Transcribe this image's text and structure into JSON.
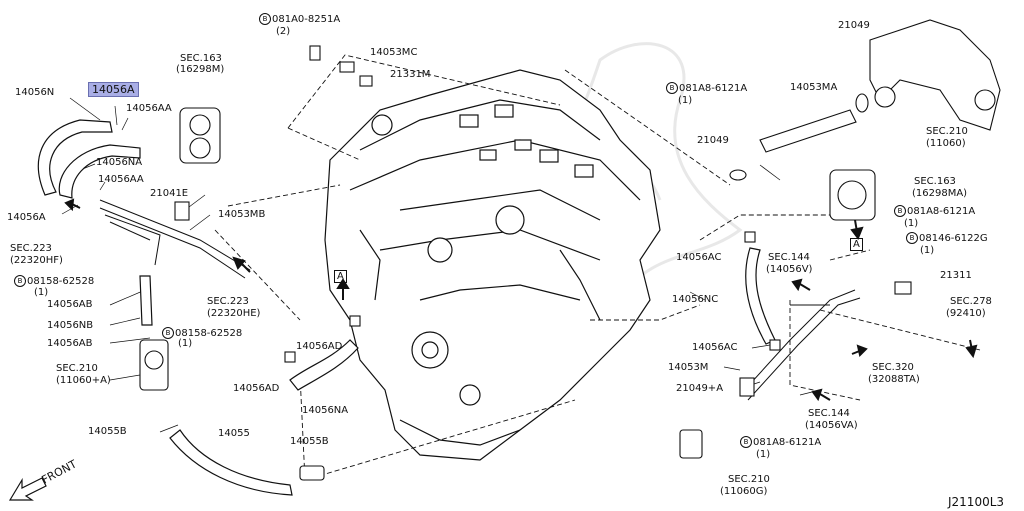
{
  "diagram": {
    "code": "J21100L3",
    "highlight_part": "14056A",
    "front_label": "FRONT",
    "bolt_symbol": "B",
    "ref_A": "A",
    "labels": {
      "p14056N": "14056N",
      "p14056A_hl": "14056A",
      "p14056AA_1": "14056AA",
      "p14056NA_1": "14056NA",
      "p14056AA_2": "14056AA",
      "p14056A_2": "14056A",
      "sec223_a": "SEC.223",
      "sec223_a_sub": "(22320HF)",
      "bolt_08158_a": "08158-62528",
      "bolt_08158_a_qty": "(1)",
      "p14056AB_1": "14056AB",
      "p14056NB": "14056NB",
      "p14056AB_2": "14056AB",
      "sec210_a": "SEC.210",
      "sec210_a_sub": "(11060+A)",
      "p14055B_1": "14055B",
      "p14055": "14055",
      "p14055B_2": "14055B",
      "sec163_a": "SEC.163",
      "sec163_a_sub": "(16298M)",
      "p21041E": "21041E",
      "p14053MB": "14053MB",
      "sec223_b": "SEC.223",
      "sec223_b_sub": "(22320HE)",
      "bolt_08158_b": "08158-62528",
      "bolt_08158_b_qty": "(1)",
      "p14056AD_1": "14056AD",
      "p14056AD_2": "14056AD",
      "p14056NA_2": "14056NA",
      "bolt_081A0": "081A0-8251A",
      "bolt_081A0_qty": "(2)",
      "p14053MC": "14053MC",
      "p21331M": "21331M",
      "p21049_1": "21049",
      "bolt_081A8_a": "081A8-6121A",
      "bolt_081A8_a_qty": "(1)",
      "p14053MA": "14053MA",
      "p21049_2": "21049",
      "sec210_b": "SEC.210",
      "sec210_b_sub": "(11060)",
      "sec163_b": "SEC.163",
      "sec163_b_sub": "(16298MA)",
      "bolt_081A8_b": "081A8-6121A",
      "bolt_081A8_b_qty": "(1)",
      "bolt_08146": "08146-6122G",
      "bolt_08146_qty": "(1)",
      "p21311": "21311",
      "p14056AC_1": "14056AC",
      "sec144_a": "SEC.144",
      "sec144_a_sub": "(14056V)",
      "p14056NC": "14056NC",
      "sec278": "SEC.278",
      "sec278_sub": "(92410)",
      "p14056AC_2": "14056AC",
      "sec320": "SEC.320",
      "sec320_sub": "(32088TA)",
      "p14053M": "14053M",
      "p21049A": "21049+A",
      "sec144_b": "SEC.144",
      "sec144_b_sub": "(14056VA)",
      "bolt_081A8_c": "081A8-6121A",
      "bolt_081A8_c_qty": "(1)",
      "sec210_c": "SEC.210",
      "sec210_c_sub": "(11060G)"
    }
  }
}
